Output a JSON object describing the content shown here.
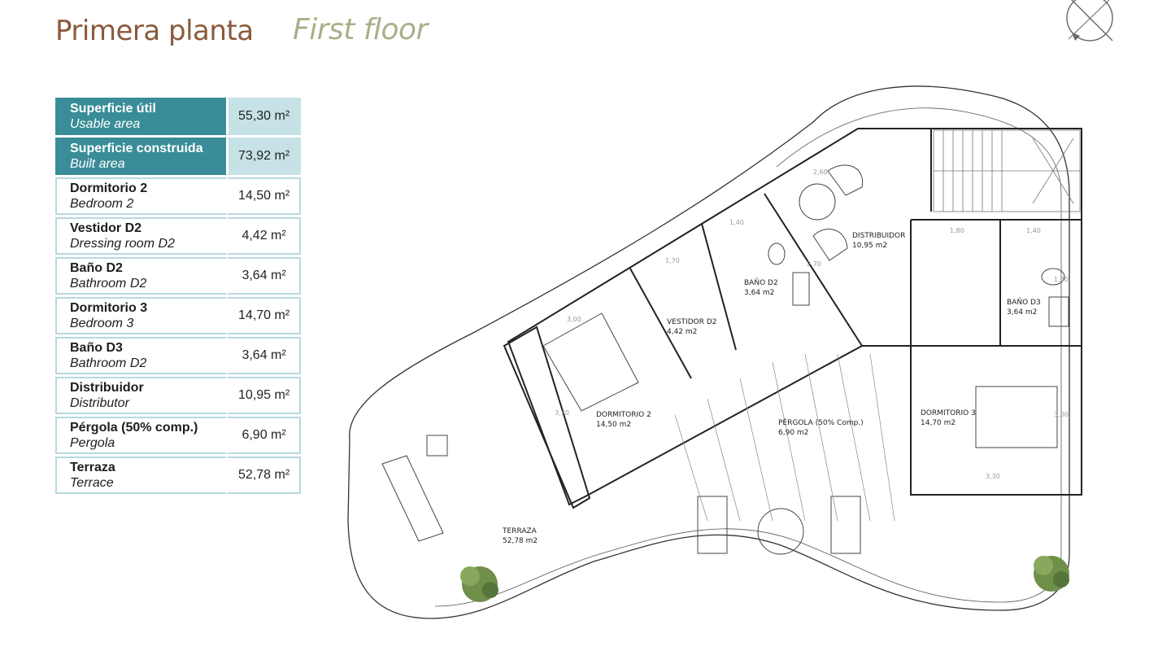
{
  "header": {
    "title_es": "Primera planta",
    "title_en": "First floor",
    "compass_icon": "compass-icon"
  },
  "colors": {
    "title_es": "#8a5a3c",
    "title_en": "#a7b087",
    "highlight_row": "#3a8d98",
    "highlight_value": "#c6e2e6",
    "border": "#b8d8de"
  },
  "areas": [
    {
      "es": "Superficie útil",
      "en": "Usable area",
      "value": "55,30 m²",
      "highlight": true
    },
    {
      "es": "Superficie construida",
      "en": "Built area",
      "value": "73,92 m²",
      "highlight": true
    },
    {
      "es": "Dormitorio 2",
      "en": "Bedroom 2",
      "value": "14,50 m²"
    },
    {
      "es": "Vestidor D2",
      "en": "Dressing room D2",
      "value": "4,42 m²"
    },
    {
      "es": "Baño D2",
      "en": "Bathroom D2",
      "value": "3,64 m²"
    },
    {
      "es": "Dormitorio 3",
      "en": "Bedroom 3",
      "value": "14,70 m²"
    },
    {
      "es": "Baño D3",
      "en": "Bathroom D2",
      "value": "3,64 m²"
    },
    {
      "es": "Distribuidor",
      "en": "Distributor",
      "value": "10,95 m²"
    },
    {
      "es": "Pérgola (50% comp.)",
      "en": "Pergola",
      "value": "6,90 m²"
    },
    {
      "es": "Terraza",
      "en": "Terrace",
      "value": "52,78 m²"
    }
  ],
  "plan": {
    "rooms": {
      "distribuidor": {
        "name": "DISTRIBUIDOR",
        "area": "10,95 m2"
      },
      "bano_d2": {
        "name": "BAÑO D2",
        "area": "3,64 m2"
      },
      "bano_d3": {
        "name": "BAÑO D3",
        "area": "3,64 m2"
      },
      "vestidor_d2": {
        "name": "VESTIDOR D2",
        "area": "4,42 m2"
      },
      "dormitorio_2": {
        "name": "DORMITORIO 2",
        "area": "14,50 m2"
      },
      "dormitorio_3": {
        "name": "DORMITORIO 3",
        "area": "14,70 m2"
      },
      "pergola": {
        "name": "PÉRGOLA (50% Comp.)",
        "area": "6,90 m2"
      },
      "terraza": {
        "name": "TERRAZA",
        "area": "52,78 m2"
      }
    },
    "dimensions": {
      "d1": "1,80",
      "d2": "1,40",
      "d3": "1,40",
      "d4": "2,60",
      "d5": "3,30",
      "d6": "3,70",
      "d7": "3,00",
      "d8": "1,70",
      "d9": "3,00",
      "d10": "2,70",
      "d11": "1,80"
    }
  }
}
